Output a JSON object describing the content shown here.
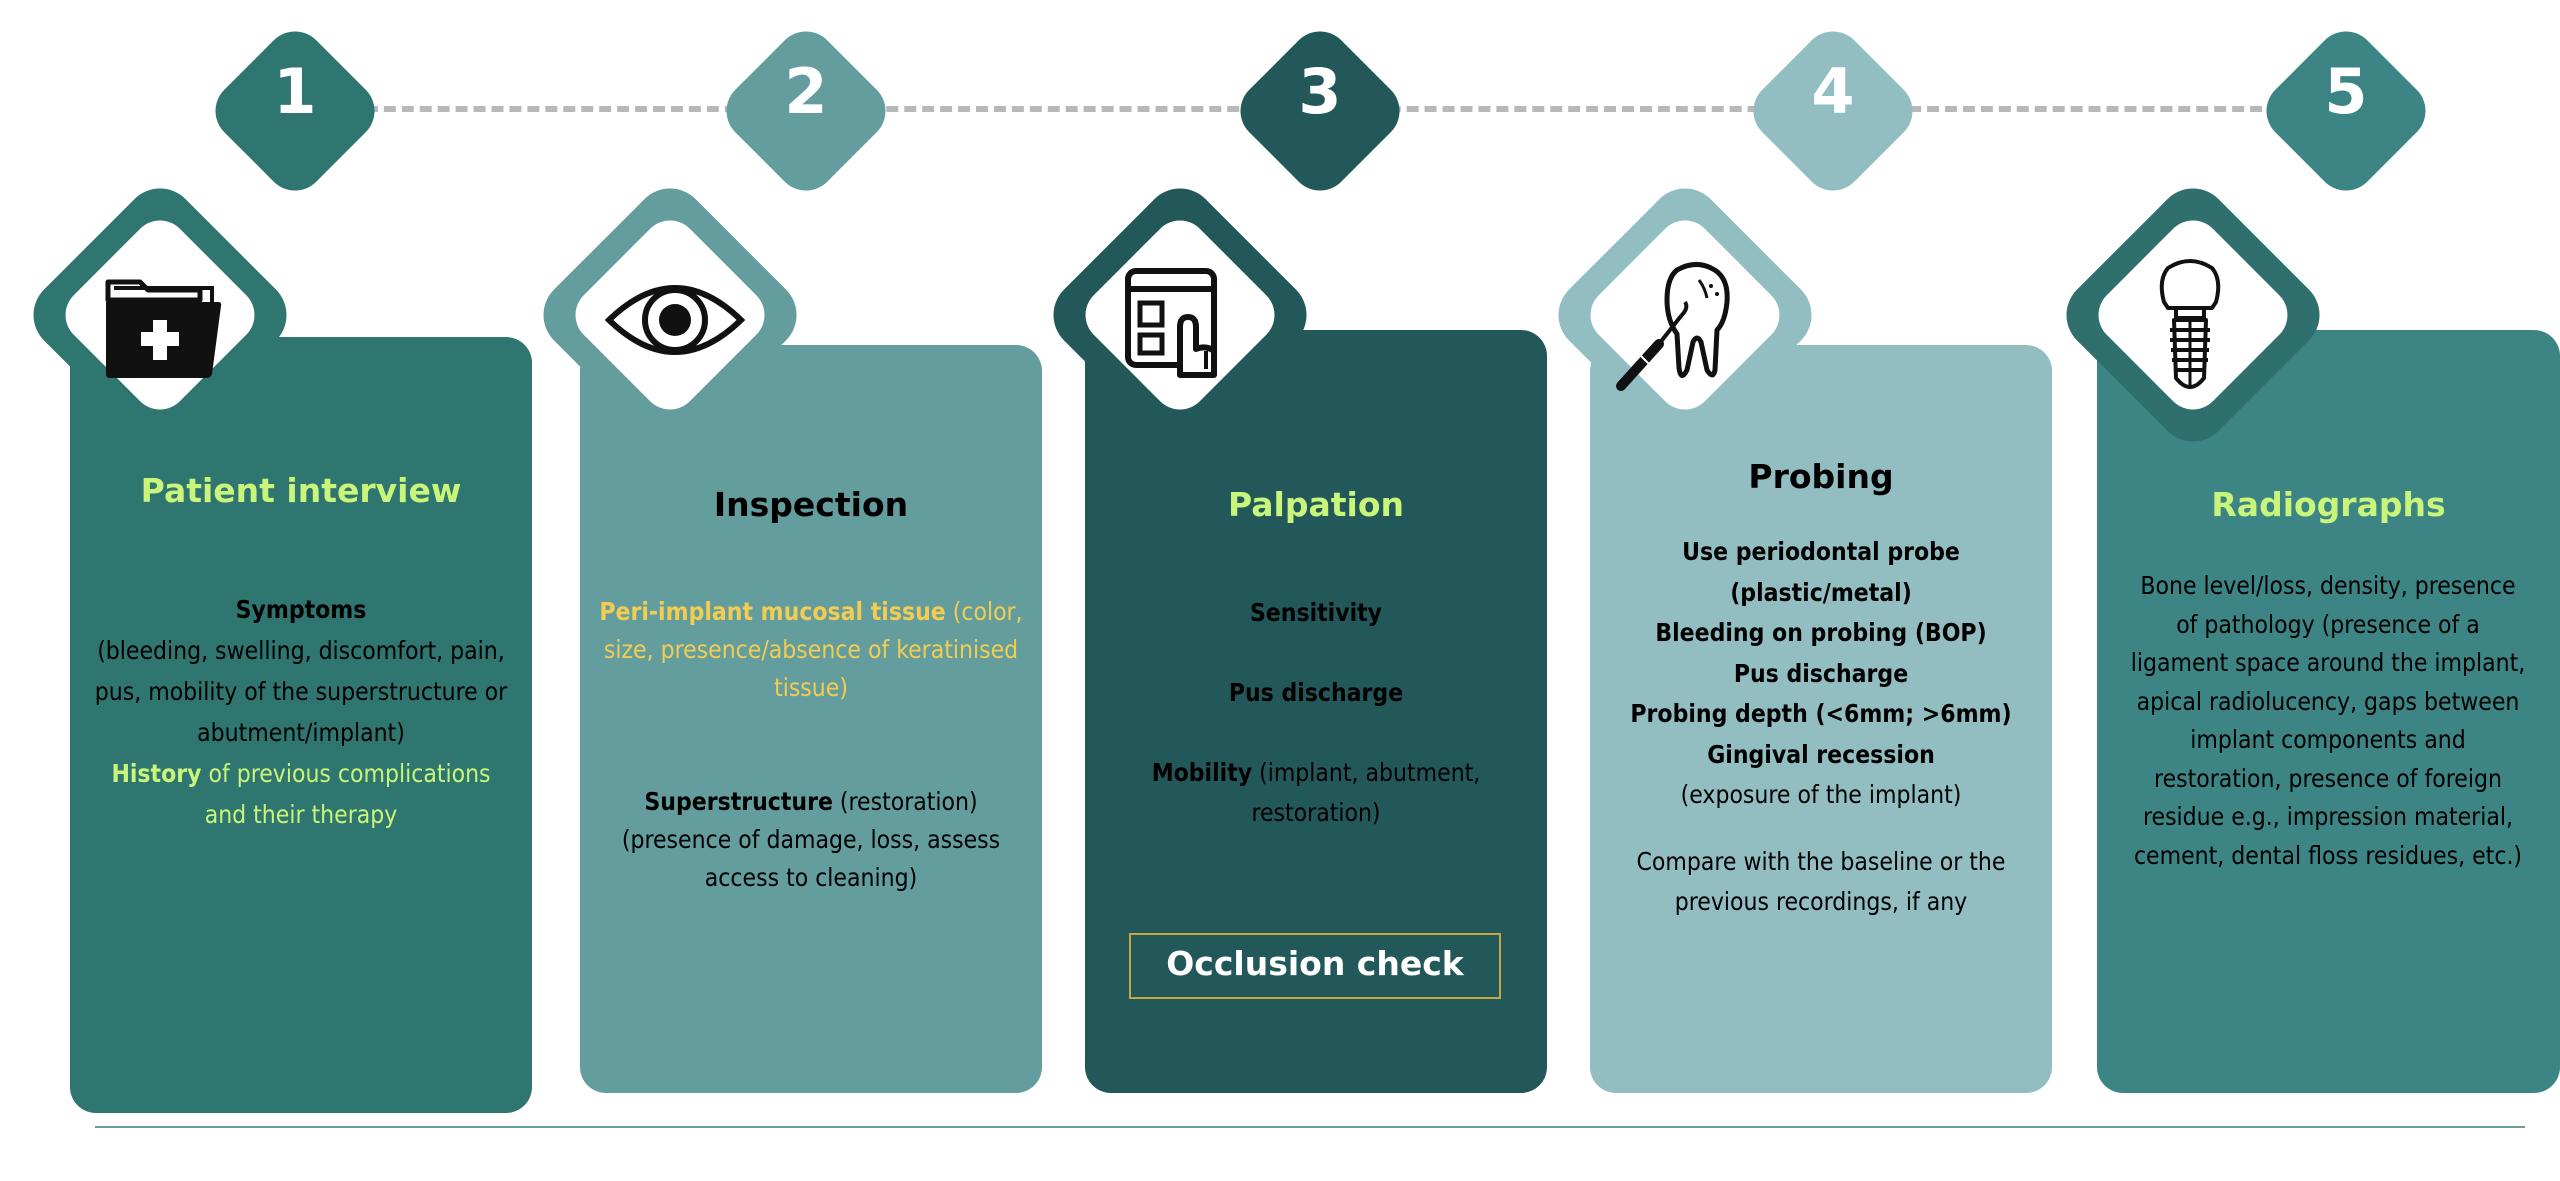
{
  "colors": {
    "step1": "#2f7570",
    "step2": "#639d9d",
    "step3": "#23585b",
    "step4": "#92bec2",
    "step5": "#3c8584",
    "accent_lime": "#c8f57a",
    "accent_gold": "#f3cd52",
    "dash": "#b8b8b8"
  },
  "steps": [
    {
      "number": "1",
      "icon": "medical-folder-icon",
      "title": "Patient interview",
      "body": {
        "symptoms_label": "Symptoms",
        "symptoms_text": "(bleeding, swelling, discomfort, pain, pus, mobility of the superstructure or abutment/implant)",
        "history_label": "History",
        "history_text": " of previous complications and their therapy"
      }
    },
    {
      "number": "2",
      "icon": "eye-icon",
      "title": "Inspection",
      "body": {
        "mucosa_label": "Peri-implant mucosal tissue",
        "mucosa_text": " (color, size, presence/absence of keratinised tissue)",
        "superstructure_label": "Superstructure",
        "superstructure_text": " (restoration)",
        "superstructure_detail": "(presence of damage,  loss, assess access to cleaning)"
      }
    },
    {
      "number": "3",
      "icon": "touch-screen-icon",
      "title": "Palpation",
      "body": {
        "sensitivity": "Sensitivity",
        "pus": "Pus discharge",
        "mobility_label": "Mobility",
        "mobility_text": " (implant, abutment, restoration)"
      },
      "occlusion_label": "Occlusion check"
    },
    {
      "number": "4",
      "icon": "tooth-probe-icon",
      "title": "Probing",
      "body": {
        "line1": "Use periodontal probe",
        "line2": "(plastic/metal)",
        "line3": "Bleeding on probing (BOP)",
        "line4": "Pus discharge",
        "line5": "Probing depth  (<6mm; >6mm)",
        "line6": "Gingival recession",
        "line7": "(exposure of the implant)",
        "compare": "Compare with the baseline or the previous recordings, if any"
      }
    },
    {
      "number": "5",
      "icon": "dental-implant-icon",
      "title": "Radiographs",
      "body": {
        "text": "Bone level/loss, density, presence of pathology (presence of a ligament space around the implant, apical radiolucency, gaps between implant components and restoration, presence of foreign residue  e.g., impression material, cement, dental floss residues, etc.)"
      }
    }
  ]
}
